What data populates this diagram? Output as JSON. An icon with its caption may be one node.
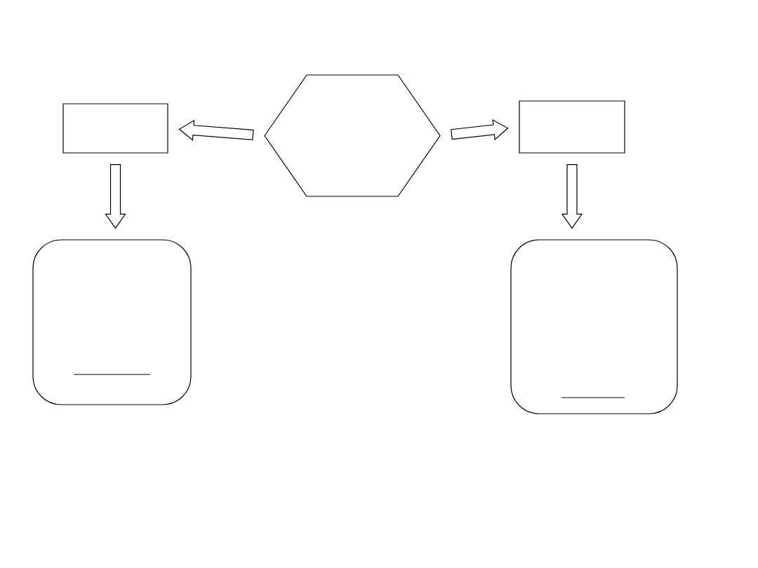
{
  "diagram": {
    "nodes": [
      {
        "text": [],
        "shape": "box"
      },
      {
        "text": [],
        "shape": "hexagon"
      },
      {
        "text": [],
        "shape": "box"
      },
      {
        "text": [],
        "shape": "box"
      },
      {
        "text": [],
        "shape": "box"
      }
    ],
    "edges": [
      {
        "from": 1,
        "to": 0,
        "arrow": "to"
      },
      {
        "from": 1,
        "to": 2,
        "arrow": "to"
      },
      {
        "from": 0,
        "to": 3,
        "arrow": "to"
      },
      {
        "from": 2,
        "to": 4,
        "arrow": "to"
      }
    ]
  }
}
